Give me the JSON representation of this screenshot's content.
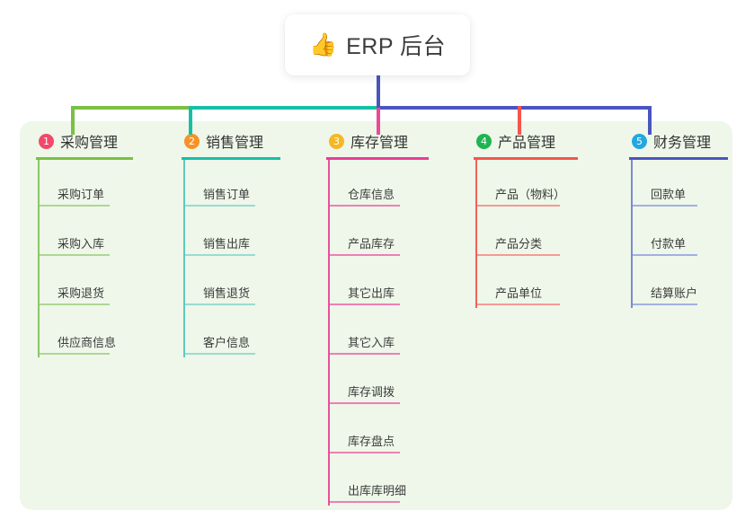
{
  "root": {
    "icon": "thumbs-up-icon",
    "icon_glyph": "👍",
    "title": "ERP 后台"
  },
  "colors": {
    "panel_background": "#eef7e9",
    "root_stem": "#4a55c0",
    "bus_green": "#7ac043",
    "bus_teal": "#16bfa6",
    "bus_blue": "#4a55c0"
  },
  "columns": [
    {
      "number": "1",
      "title": "采购管理",
      "badge_color": "#f2496a",
      "rule_color": "#7ac043",
      "line_color": "#8cc76a",
      "leaf_rule_color": "#aed694",
      "stub_color": "#7ac043",
      "items": [
        "采购订单",
        "采购入库",
        "采购退货",
        "供应商信息"
      ]
    },
    {
      "number": "2",
      "title": "销售管理",
      "badge_color": "#f79227",
      "rule_color": "#16bfa6",
      "line_color": "#5ec9bd",
      "leaf_rule_color": "#9adbd2",
      "stub_color": "#16bfa6",
      "items": [
        "销售订单",
        "销售出库",
        "销售退货",
        "客户信息"
      ]
    },
    {
      "number": "3",
      "title": "库存管理",
      "badge_color": "#f5b824",
      "rule_color": "#ec3c96",
      "line_color": "#e8509b",
      "leaf_rule_color": "#ee7fb4",
      "stub_color": "#ec4899",
      "items": [
        "仓库信息",
        "产品库存",
        "其它出库",
        "其它入库",
        "库存调拨",
        "库存盘点",
        "出库库明细"
      ]
    },
    {
      "number": "4",
      "title": "产品管理",
      "badge_color": "#1eb553",
      "rule_color": "#f4564e",
      "line_color": "#f4605a",
      "leaf_rule_color": "#f59a95",
      "stub_color": "#f4564e",
      "items": [
        "产品（物料）",
        "产品分类",
        "产品单位"
      ]
    },
    {
      "number": "5",
      "title": "财务管理",
      "badge_color": "#22a7e0",
      "rule_color": "#4a55c0",
      "line_color": "#7a8ad6",
      "leaf_rule_color": "#a3b0e2",
      "stub_color": "#4a55c0",
      "items": [
        "回款单",
        "付款单",
        "结算账户"
      ]
    }
  ]
}
